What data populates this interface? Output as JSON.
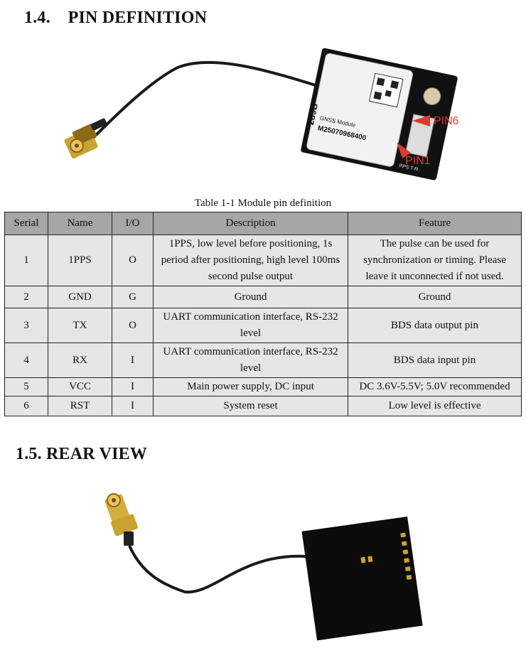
{
  "section_1": {
    "number": "1.4.",
    "title": "PIN DEFINITION"
  },
  "figure_1": {
    "module_model": "289B",
    "module_type": "GNSS Module",
    "module_serial": "M25070968400",
    "pin_labels": [
      "PIN6",
      "PIN1"
    ],
    "silkscreen": "PPS T R"
  },
  "table": {
    "caption": "Table 1-1 Module pin definition",
    "headers": [
      "Serial",
      "Name",
      "I/O",
      "Description",
      "Feature"
    ],
    "rows": [
      [
        "1",
        "1PPS",
        "O",
        "1PPS, low level before positioning, 1s period after positioning, high level 100ms second pulse output",
        "The pulse can be used for synchronization or timing. Please leave it unconnected if not used."
      ],
      [
        "2",
        "GND",
        "G",
        "Ground",
        "Ground"
      ],
      [
        "3",
        "TX",
        "O",
        "UART communication interface, RS-232 level",
        "BDS data output pin"
      ],
      [
        "4",
        "RX",
        "I",
        "UART communication interface, RS-232 level",
        "BDS data input pin"
      ],
      [
        "5",
        "VCC",
        "I",
        "Main power supply, DC input",
        "DC 3.6V-5.5V; 5.0V recommended"
      ],
      [
        "6",
        "RST",
        "I",
        "System reset",
        "Low level is effective"
      ]
    ]
  },
  "section_2": {
    "number": "1.5.",
    "title": "REAR VIEW"
  }
}
